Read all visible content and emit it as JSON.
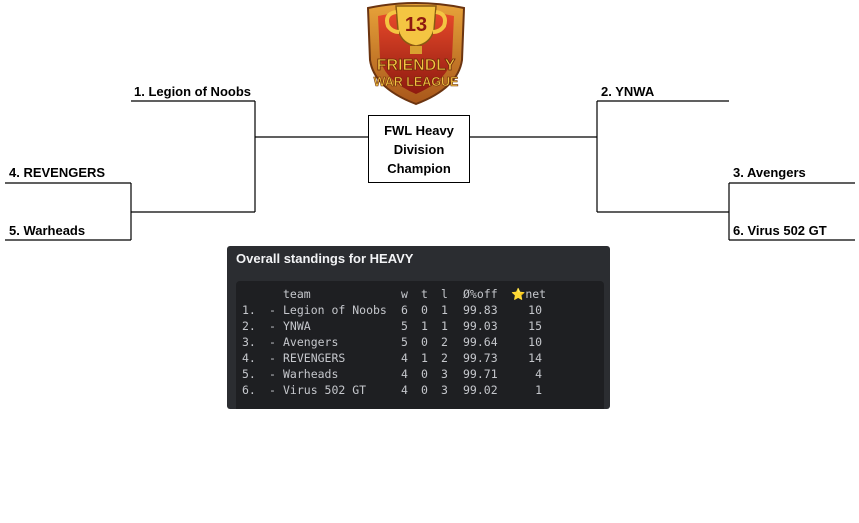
{
  "logo": {
    "number": "13",
    "line1": "FRIENDLY",
    "line2": "WAR LEAGUE"
  },
  "bracket": {
    "champion_label": [
      "FWL Heavy",
      "Division",
      "Champion"
    ],
    "left": [
      "1. Legion of Noobs",
      "4. REVENGERS",
      "5. Warheads"
    ],
    "right": [
      "2. YNWA",
      "3. Avengers",
      "6. Virus 502 GT"
    ]
  },
  "standings": {
    "title": "Overall standings for HEAVY",
    "headers": {
      "team": "team",
      "w": "w",
      "t": "t",
      "l": "l",
      "off": "Ø%off",
      "net": "net",
      "net_icon": "⭐"
    },
    "rows": [
      {
        "rank": "1.",
        "dash": "-",
        "team": "Legion of Noobs",
        "w": "6",
        "t": "0",
        "l": "1",
        "off": "99.83",
        "net": "10"
      },
      {
        "rank": "2.",
        "dash": "-",
        "team": "YNWA",
        "w": "5",
        "t": "1",
        "l": "1",
        "off": "99.03",
        "net": "15"
      },
      {
        "rank": "3.",
        "dash": "-",
        "team": "Avengers",
        "w": "5",
        "t": "0",
        "l": "2",
        "off": "99.64",
        "net": "10"
      },
      {
        "rank": "4.",
        "dash": "-",
        "team": "REVENGERS",
        "w": "4",
        "t": "1",
        "l": "2",
        "off": "99.73",
        "net": "14"
      },
      {
        "rank": "5.",
        "dash": "-",
        "team": "Warheads",
        "w": "4",
        "t": "0",
        "l": "3",
        "off": "99.71",
        "net": "4"
      },
      {
        "rank": "6.",
        "dash": "-",
        "team": "Virus 502 GT",
        "w": "4",
        "t": "0",
        "l": "3",
        "off": "99.02",
        "net": "1"
      }
    ]
  },
  "colors": {
    "embed_bg": "#2b2d31",
    "code_bg": "#1e1f22",
    "text": "#c5c7cc",
    "star": "#f5c518"
  }
}
